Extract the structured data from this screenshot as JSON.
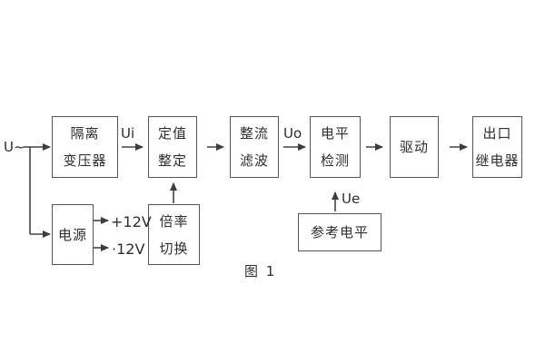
{
  "figure": {
    "caption": "图 1",
    "labels": {
      "input": "U~",
      "ui": "Ui",
      "uo": "Uo",
      "ue": "Ue",
      "plus12v": "+12V",
      "minus12v": "·12V"
    },
    "blocks": {
      "isolation_transformer": {
        "line1": "隔离",
        "line2": "变压器"
      },
      "setting": {
        "line1": "定值",
        "line2": "整定"
      },
      "rectifier_filter": {
        "line1": "整流",
        "line2": "滤波"
      },
      "level_detection": {
        "line1": "电平",
        "line2": "检测"
      },
      "drive": {
        "line1": "驱动"
      },
      "output_relay": {
        "line1": "出口",
        "line2": "继电器"
      },
      "power": {
        "line1": "电源"
      },
      "multiplier_switch": {
        "line1": "倍率",
        "line2": "切换"
      },
      "reference_level": {
        "line1": "参考电平"
      }
    },
    "colors": {
      "line": "#444444",
      "border": "#555555",
      "text": "#2e2e2e",
      "background": "#ffffff"
    }
  }
}
